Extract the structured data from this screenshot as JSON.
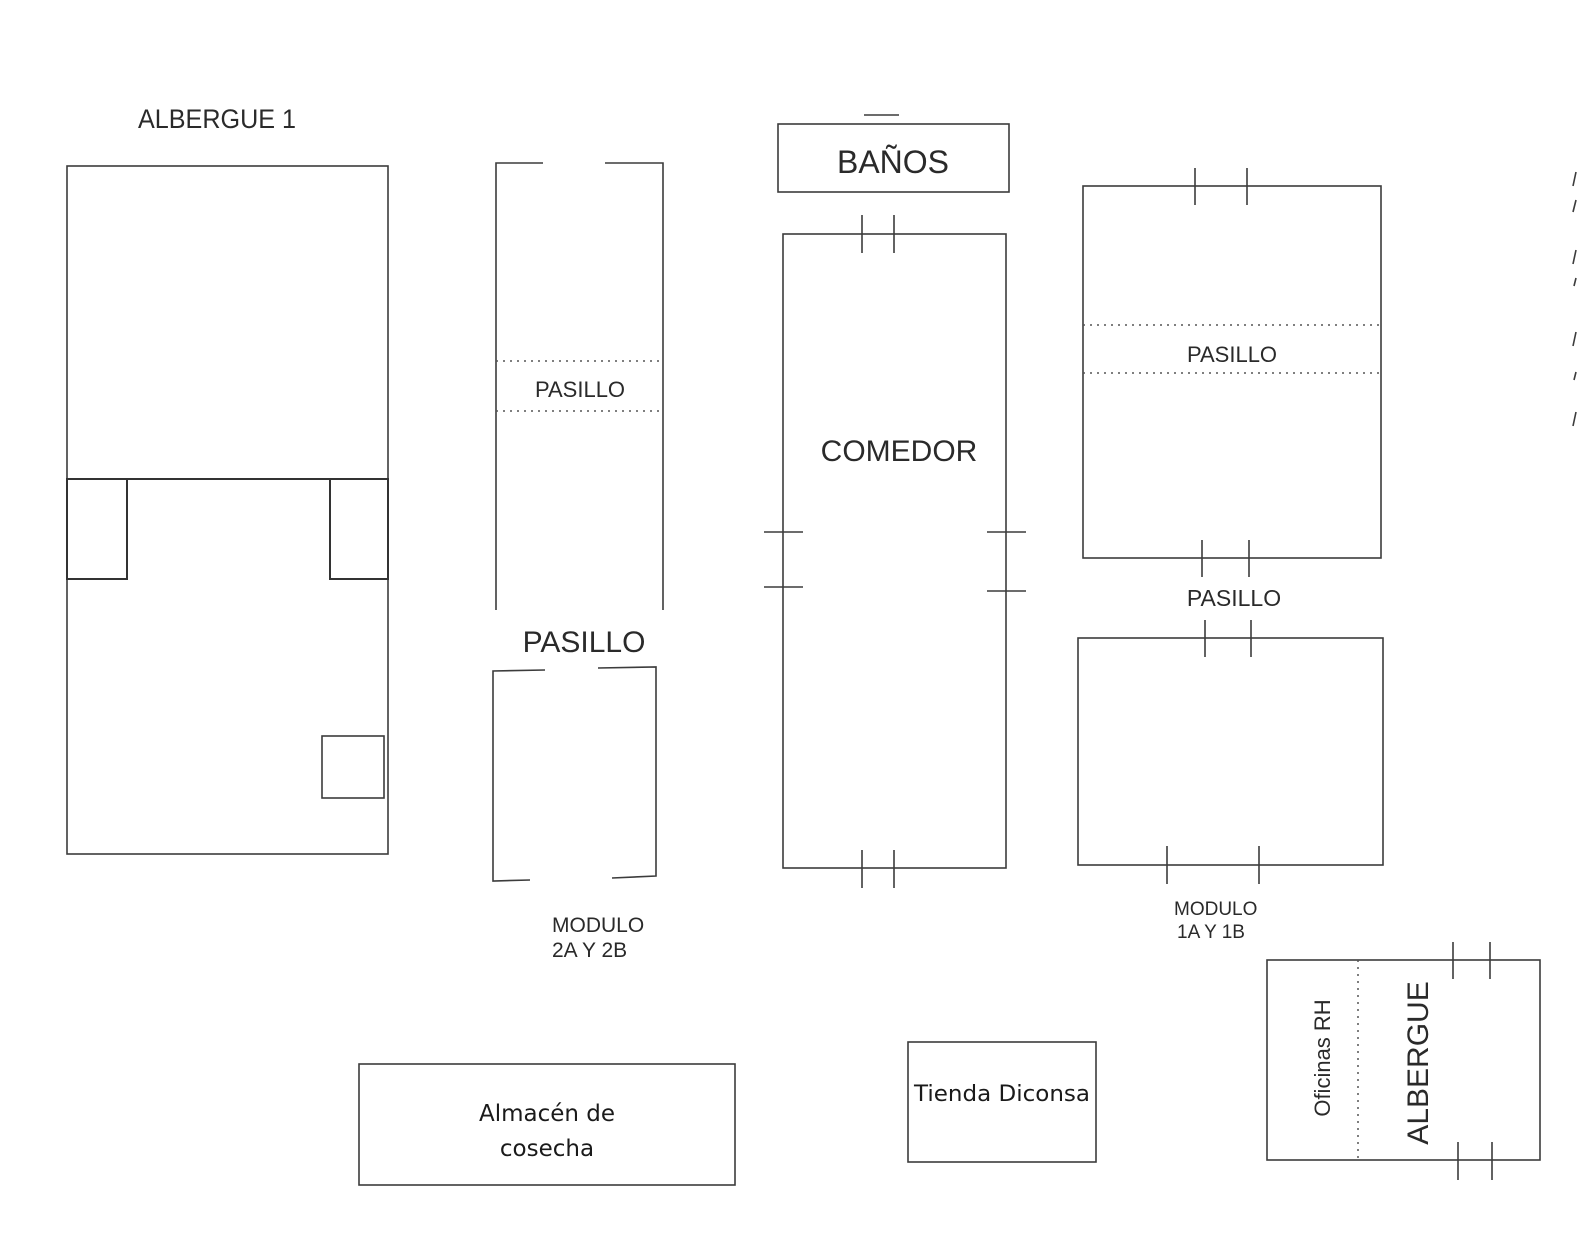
{
  "labels": {
    "albergue1": "ALBERGUE 1",
    "pasillo_mod2_inner": "PASILLO",
    "pasillo_mod2_outer": "PASILLO",
    "banos": "BAÑOS",
    "comedor": "COMEDOR",
    "pasillo_mod1_inner": "PASILLO",
    "pasillo_mod1_outer": "PASILLO",
    "modulo2_line1": "MODULO",
    "modulo2_line2": "2A Y 2B",
    "modulo1_line1": "MODULO",
    "modulo1_line2": "1A Y 1B",
    "almacen_line1": "Almacén de",
    "almacen_line2": "cosecha",
    "tienda": "Tienda Diconsa",
    "oficinas": "Oficinas RH",
    "albergue": "ALBERGUE"
  },
  "colors": {
    "line": "#3c3c3c",
    "text": "#2a2a2a",
    "background": "#ffffff"
  }
}
